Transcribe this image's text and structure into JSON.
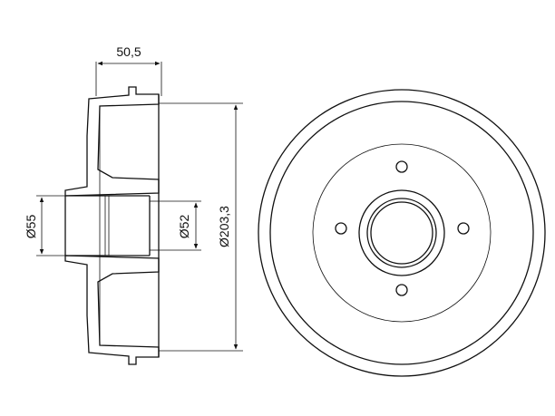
{
  "dimensions": {
    "hub_width": "50,5",
    "outer_hub_dia": "Ø55",
    "inner_hub_dia": "Ø52",
    "drum_dia": "Ø203,3"
  },
  "colors": {
    "line": "#111111",
    "background": "#ffffff"
  },
  "front_view": {
    "stud_holes": 4
  }
}
